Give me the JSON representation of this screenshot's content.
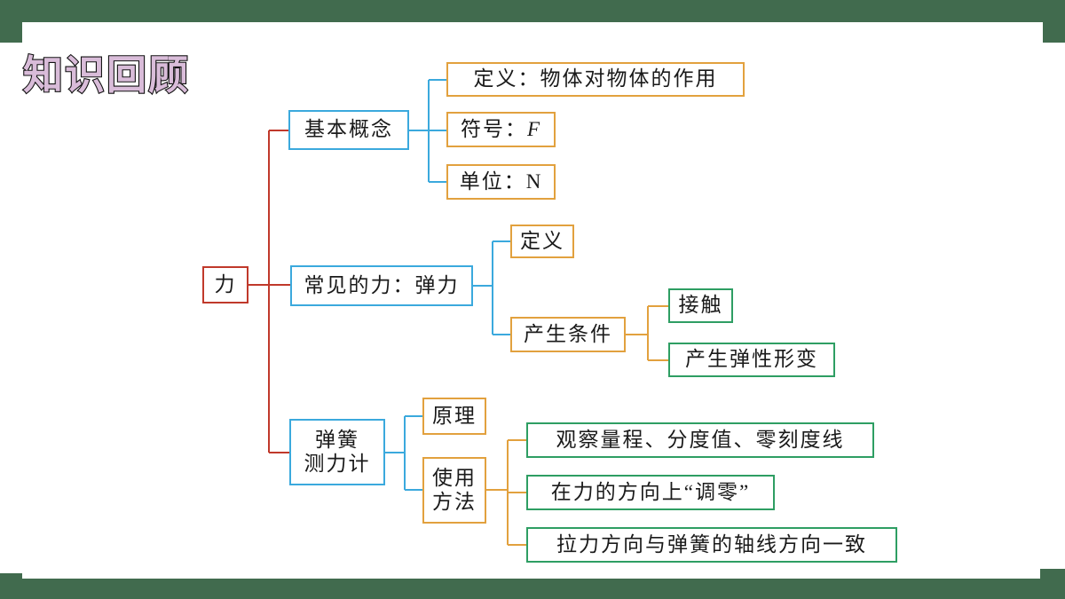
{
  "slide": {
    "title": "知识回顾",
    "frame_color": "#416B4E",
    "title_fill": "#D9BCD9",
    "title_outline": "#111111"
  },
  "colors": {
    "red": "#C0392B",
    "blue": "#3BA9DD",
    "orange": "#E2A13E",
    "green": "#2E9E63"
  },
  "mindmap": {
    "root": {
      "label": "力",
      "color": "red"
    },
    "branches": [
      {
        "label": "基本概念",
        "color": "blue",
        "children": [
          {
            "label": "定义：物体对物体的作用",
            "color": "orange"
          },
          {
            "label": "符号：F",
            "color": "orange"
          },
          {
            "label": "单位：N",
            "color": "orange"
          }
        ]
      },
      {
        "label": "常见的力：弹力",
        "color": "blue",
        "children": [
          {
            "label": "定义",
            "color": "orange",
            "children": []
          },
          {
            "label": "产生条件",
            "color": "orange",
            "children": [
              {
                "label": "接触",
                "color": "green"
              },
              {
                "label": "产生弹性形变",
                "color": "green"
              }
            ]
          }
        ]
      },
      {
        "label": "弹簧\n测力计",
        "color": "blue",
        "children": [
          {
            "label": "原理",
            "color": "orange",
            "children": []
          },
          {
            "label": "使用\n方法",
            "color": "orange",
            "children": [
              {
                "label": "观察量程、分度值、零刻度线",
                "color": "green"
              },
              {
                "label": "在力的方向上“调零”",
                "color": "green"
              },
              {
                "label": "拉力方向与弹簧的轴线方向一致",
                "color": "green"
              }
            ]
          }
        ]
      }
    ]
  },
  "nodes": {
    "li": "力",
    "basic_concept": "基本概念",
    "definition_force": "定义：物体对物体的作用",
    "symbol_prefix": "符号：",
    "symbol_value": "F",
    "unit": "单位：N",
    "common_force": "常见的力：弹力",
    "definition": "定义",
    "condition": "产生条件",
    "contact": "接触",
    "elastic_deformation": "产生弹性形变",
    "dynamometer": "弹簧\n测力计",
    "principle": "原理",
    "usage_method": "使用\n方法",
    "observe_range": "观察量程、分度值、零刻度线",
    "zero_adjust": "在力的方向上“调零”",
    "axis_align": "拉力方向与弹簧的轴线方向一致"
  }
}
